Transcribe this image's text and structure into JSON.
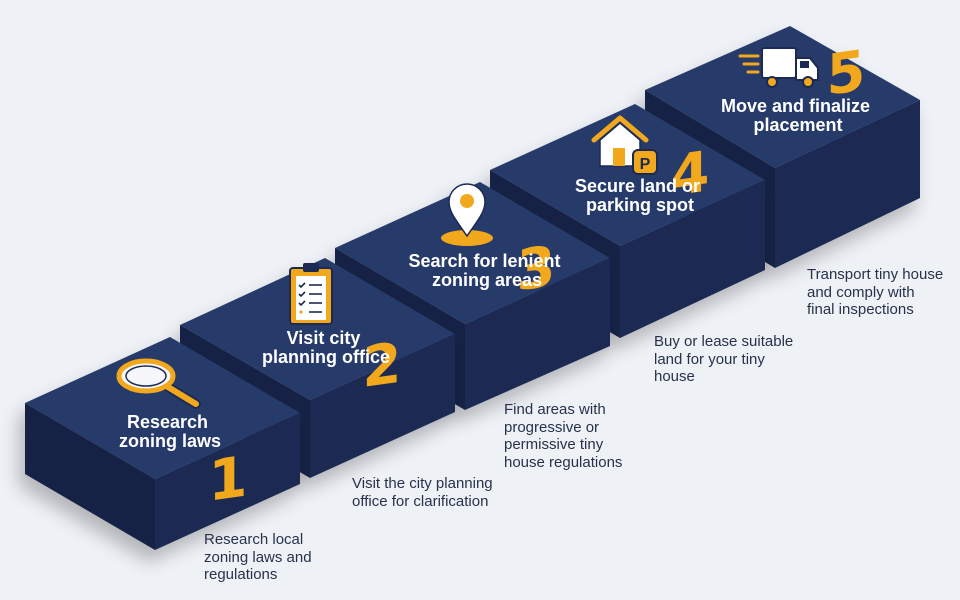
{
  "colors": {
    "background": "#eef1f6",
    "block_top": "#253a6b",
    "block_front": "#1b2c52",
    "block_side": "#142344",
    "accent": "#f2a81d",
    "title_text": "#ffffff",
    "body_text": "#27324a"
  },
  "steps": [
    {
      "number": "1",
      "title_line1": "Research",
      "title_line2": "zoning laws",
      "icon": "magnifying-glass-icon",
      "desc_line1": "Research local",
      "desc_line2": "zoning laws and",
      "desc_line3": "regulations"
    },
    {
      "number": "2",
      "title_line1": "Visit city",
      "title_line2": "planning office",
      "icon": "clipboard-checklist-icon",
      "desc_line1": "Visit the city planning",
      "desc_line2": "office for clarification"
    },
    {
      "number": "3",
      "title_line1": "Search for lenient",
      "title_line2": "zoning areas",
      "icon": "map-pin-icon",
      "desc_line1": "Find areas with",
      "desc_line2": "progressive or",
      "desc_line3": "permissive tiny",
      "desc_line4": "house regulations"
    },
    {
      "number": "4",
      "title_line1": "Secure land or",
      "title_line2": "parking spot",
      "icon": "house-parking-icon",
      "parking_letter": "P",
      "desc_line1": "Buy or lease suitable",
      "desc_line2": "land for your tiny",
      "desc_line3": "house"
    },
    {
      "number": "5",
      "title_line1": "Move and finalize",
      "title_line2": "placement",
      "icon": "delivery-truck-icon",
      "desc_line1": "Transport tiny house",
      "desc_line2": "and comply with",
      "desc_line3": "final inspections"
    }
  ]
}
